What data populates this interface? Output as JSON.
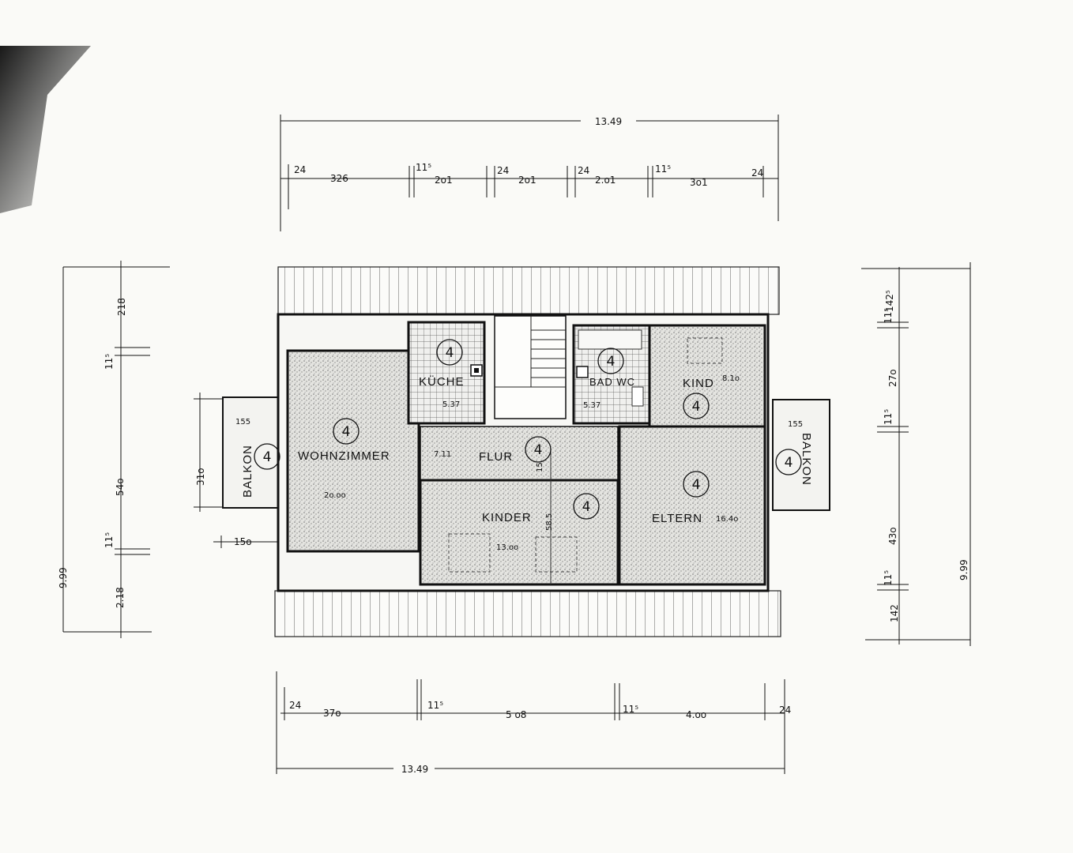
{
  "dimensions": {
    "top_total": "13.49",
    "top_segments": [
      "24",
      "326",
      "11⁵",
      "2o1",
      "24",
      "2o1",
      "24",
      "2.o1",
      "11⁵",
      "3o1",
      "24"
    ],
    "bottom_total": "13.49",
    "bottom_segments": [
      "24",
      "37o",
      "11⁵",
      "5 o8",
      "11⁵",
      "4.oo",
      "24"
    ],
    "left_total": "9.99",
    "left_segments": [
      "218",
      "11⁵",
      "54o",
      "11⁵",
      "2.18"
    ],
    "left_balcony": [
      "31o",
      "15o"
    ],
    "right_total": "9.99",
    "right_segments": [
      "142⁵",
      "11⁵",
      "27o",
      "11⁵",
      "43o",
      "11⁵",
      "142"
    ]
  },
  "rooms": [
    {
      "name": "KÜCHE",
      "area": "5.37",
      "number": "4"
    },
    {
      "name": "BAD WC",
      "area": "5.37",
      "number": "4"
    },
    {
      "name": "KIND",
      "area": "8.1o",
      "number": "4"
    },
    {
      "name": "WOHNZIMMER",
      "area": "2o.oo",
      "number": "4"
    },
    {
      "name": "FLUR",
      "area": "7.11",
      "number": "4"
    },
    {
      "name": "KINDER",
      "area": "13.oo",
      "number": "4"
    },
    {
      "name": "ELTERN",
      "area": "16.4o",
      "number": "4"
    },
    {
      "name": "BALKON",
      "area": "155",
      "number": "4"
    },
    {
      "name": "BALKON",
      "area": "155",
      "number": "4"
    }
  ],
  "annotations": {
    "flur_height": "15",
    "kinder_height": "58.5"
  }
}
